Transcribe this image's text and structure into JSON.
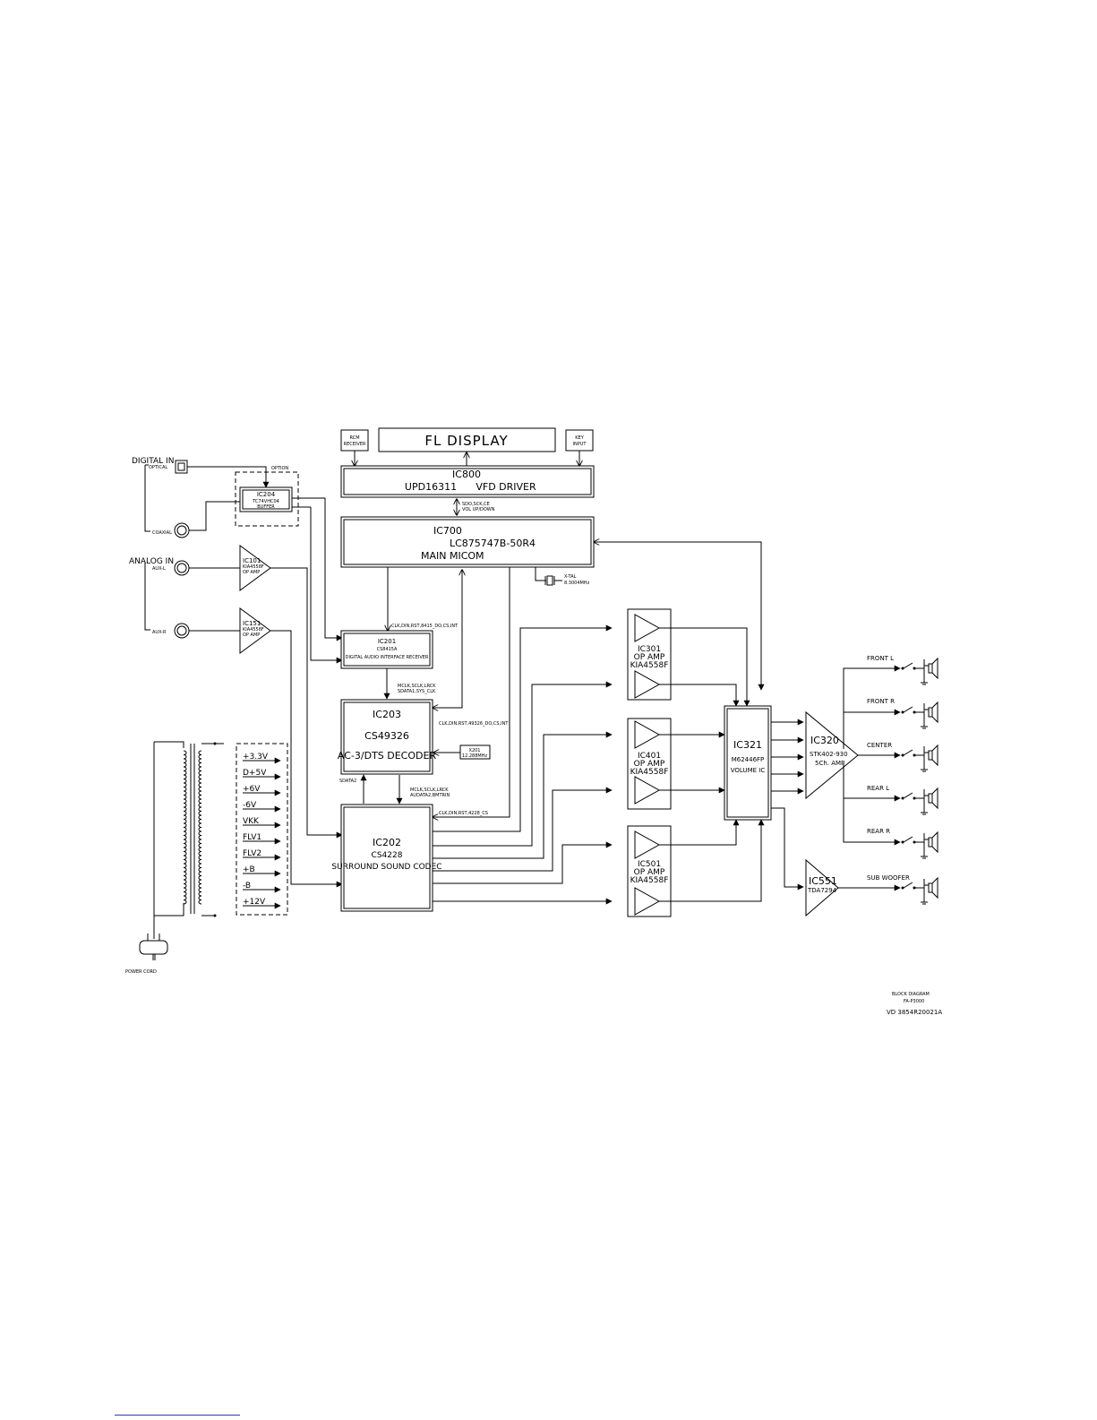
{
  "labels": {
    "digital_in": "DIGITAL IN",
    "optical": "OPTICAL",
    "coaxial": "COAXIAL",
    "analog_in": "ANALOG IN",
    "aux_l": "AUX-L",
    "aux_r": "AUX-R",
    "option": "OPTION",
    "power_cord": "POWER CORD"
  },
  "blocks": {
    "rcm": {
      "line1": "RCM",
      "line2": "RECEIVER"
    },
    "fl_display": {
      "name": "FL DISPLAY"
    },
    "key_input": {
      "line1": "KEY",
      "line2": "INPUT"
    },
    "ic800": {
      "name": "IC800",
      "part": "UPD16311",
      "func": "VFD DRIVER"
    },
    "ic700": {
      "name": "IC700",
      "part": "LC875747B-50R4",
      "func": "MAIN MICOM"
    },
    "xtal": {
      "line1": "X-TAL",
      "line2": "8.3004MHz"
    },
    "ic204": {
      "name": "IC204",
      "part": "TC74VHC04",
      "func": "BUFFER"
    },
    "ic101": {
      "name": "IC101",
      "part": "KIA4558F",
      "func": "OP AMP"
    },
    "ic151": {
      "name": "IC151",
      "part": "KIA4558F",
      "func": "OP AMP"
    },
    "ic201": {
      "name": "IC201",
      "part": "CS8415A",
      "func": "DIGITAL AUDIO INTERFACE RECEIVER"
    },
    "ic203": {
      "name": "IC203",
      "part": "CS49326",
      "func": "AC-3/DTS DECODER"
    },
    "x201": {
      "line1": "X201",
      "line2": "12.288MHz"
    },
    "ic202": {
      "name": "IC202",
      "part": "CS4228",
      "func": "SURROUND SOUND CODEC"
    },
    "ic301": {
      "name": "IC301",
      "func": "OP AMP",
      "part": "KIA4558F"
    },
    "ic401": {
      "name": "IC401",
      "func": "OP AMP",
      "part": "KIA4558F"
    },
    "ic501": {
      "name": "IC501",
      "func": "OP AMP",
      "part": "KIA4558F"
    },
    "ic321": {
      "name": "IC321",
      "part": "M62446FP",
      "func": "VOLUME IC"
    },
    "ic320": {
      "name": "IC320",
      "part": "STK402-930",
      "func": "5Ch. AMP"
    },
    "ic551": {
      "name": "IC551",
      "part": "TDA7294"
    }
  },
  "signals": {
    "sig_800_700_l1": "SDO,SCK,CE",
    "sig_800_700_l2": "VOL UP/DOWN",
    "sig_700_201": "CLK,DIN,RST,8415_DO,CS,INT",
    "sig_201_203_l1": "MCLK,SCLK,LRCK",
    "sig_201_203_l2": "SDATA1,SYS_CLK",
    "sig_700_203": "CLK,DIN,RST,49326_DO,CS,INT",
    "sig_203_202_l1": "MCLK,SCLK,LRCK",
    "sig_203_202_l2": "AUDATA2,BMTRIN",
    "sig_sdata2": "SDATA2",
    "sig_700_202": "CLK,DIN,RST,4228_CS"
  },
  "power_rails": [
    "+3.3V",
    "D+5V",
    "+6V",
    "-6V",
    "VKK",
    "FLV1",
    "FLV2",
    "+B",
    "-B",
    "+12V"
  ],
  "speakers": [
    "FRONT L",
    "FRONT R",
    "CENTER",
    "REAR L",
    "REAR R",
    "SUB WOOFER"
  ],
  "footer": {
    "title": "BLOCK DIAGRAM",
    "model": "FA-P3000",
    "code": "VD 3854R20021A"
  }
}
